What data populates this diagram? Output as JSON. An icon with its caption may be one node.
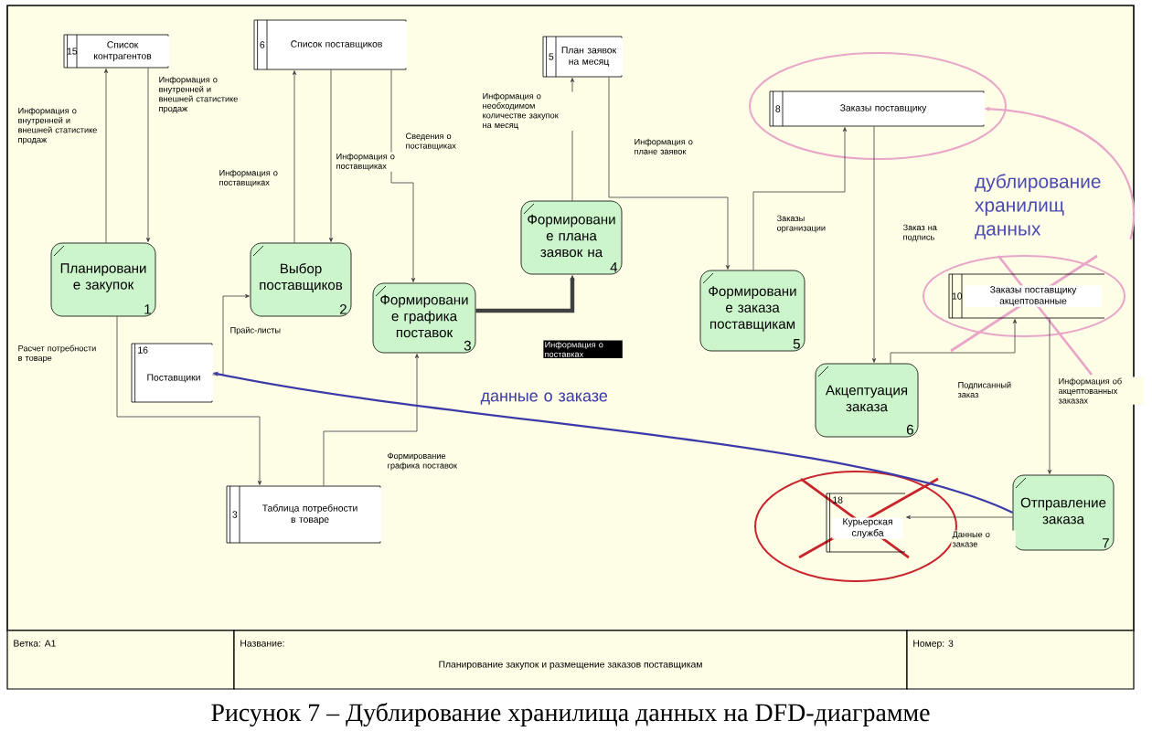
{
  "diagram": {
    "caption": "Рисунок 7 – Дублирование хранилища данных на DFD-диаграмме",
    "nodes": [
      {
        "text": [
          "15",
          "Список контрагентов"
        ]
      },
      {
        "text": [
          "6",
          "Список поставщиков"
        ]
      },
      {
        "text": [
          "5",
          "План заявок на месяц"
        ]
      },
      {
        "text": [
          "8",
          "Заказы поставщику"
        ]
      },
      {
        "text": [
          "Планировани е закупок",
          "1"
        ]
      },
      {
        "text": [
          "Выбор поставщиков",
          "2"
        ]
      },
      {
        "text": [
          "Формировани е плана заявок на",
          "4"
        ]
      },
      {
        "text": [
          "Формировани е графика поставок",
          "3"
        ]
      },
      {
        "text": [
          "Формировани е заказа поставщикам",
          "5"
        ]
      },
      {
        "text": [
          "10",
          "Заказы поставщику акцептованные"
        ]
      },
      {
        "text": [
          "дублирование хранилищ данных"
        ]
      },
      {
        "text": [
          "16",
          "Поставщики"
        ]
      },
      {
        "text": [
          "Акцептуация заказа",
          "6"
        ]
      },
      {
        "text": [
          "3",
          "Таблица потребности в товаре"
        ]
      },
      {
        "text": [
          "Отправление заказа",
          "7"
        ]
      },
      {
        "text": [
          "18",
          "Курьерская служба"
        ]
      }
    ],
    "edges": [
      {
        "from": 4,
        "to": 0,
        "arrow": "to",
        "label": "Информация о внутренней и внешней статистике продаж"
      },
      {
        "from": 0,
        "to": 4,
        "arrow": "to",
        "label": "Информация о внутренней и внешней статистике продаж"
      },
      {
        "from": 5,
        "to": 1,
        "arrow": "to",
        "label": "Информация о поставщиках"
      },
      {
        "from": 1,
        "to": 5,
        "arrow": "to",
        "label": "Информация о поставщиках"
      },
      {
        "from": 1,
        "to": 7,
        "arrow": "to",
        "label": "Сведения о поставщиках"
      },
      {
        "from": 6,
        "to": 2,
        "arrow": "to",
        "label": "Информация о необходимом количестве закупок на месяц"
      },
      {
        "from": 2,
        "to": 8,
        "arrow": "to",
        "label": "Информация о плане заявок"
      },
      {
        "from": 7,
        "to": 6,
        "arrow": "to",
        "label": "Информация о поставках",
        "style": "thick"
      },
      {
        "from": 8,
        "to": 3,
        "arrow": "to",
        "label": "Заказы организации"
      },
      {
        "from": 3,
        "to": 12,
        "arrow": "to",
        "label": "Заказ на подпись"
      },
      {
        "from": 12,
        "to": 9,
        "arrow": "to",
        "label": "Подписанный заказ"
      },
      {
        "from": 9,
        "to": 14,
        "arrow": "to",
        "label": "Информация об акцептованных заказах"
      },
      {
        "from": 14,
        "to": 15,
        "arrow": "to",
        "label": "Данные о заказе"
      },
      {
        "from": 4,
        "to": 13,
        "arrow": "to",
        "label": "Расчет потребности в товаре"
      },
      {
        "from": 13,
        "to": 7,
        "arrow": "to",
        "label": "Формирование графика поставок"
      },
      {
        "from": 11,
        "to": 5,
        "arrow": "to",
        "label": "Прайс-листы"
      },
      {
        "from": 14,
        "to": 11,
        "arrow": "to",
        "label": "данные о заказе",
        "color": "#3a3aa8"
      },
      {
        "from": 10,
        "to": 3,
        "arrow": "to",
        "color": "#e8a6c8"
      }
    ],
    "labels": [
      "Ветка: A1",
      "Название:",
      "Планирование закупок и размещение заказов поставщикам",
      "Номер: 3"
    ]
  }
}
